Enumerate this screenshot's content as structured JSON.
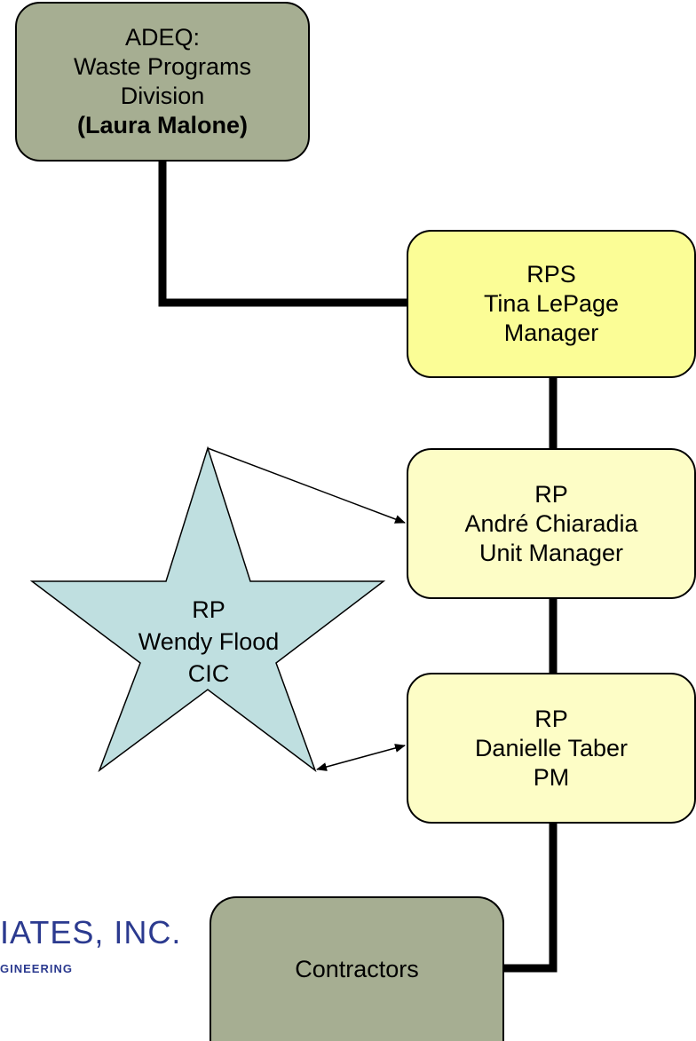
{
  "nodes": {
    "adeq": {
      "line1": "ADEQ:",
      "line2": "Waste Programs",
      "line3": "Division",
      "line4": "(Laura Malone)"
    },
    "rps": {
      "line1": "RPS",
      "line2": "Tina LePage",
      "line3": "Manager"
    },
    "chiaradia": {
      "line1": "RP",
      "line2": "André Chiaradia",
      "line3": "Unit Manager"
    },
    "taber": {
      "line1": "RP",
      "line2": "Danielle Taber",
      "line3": "PM"
    },
    "contractors": {
      "label": "Contractors"
    },
    "star": {
      "line1": "RP",
      "line2": "Wendy Flood",
      "line3": "CIC"
    }
  },
  "logo": {
    "line1": "IATES, INC.",
    "line2": "GINEERING"
  },
  "colors": {
    "adeq_fill": "#a6ae92",
    "rps_fill": "#fbfd96",
    "rp_fill": "#fdfdc6",
    "star_fill": "#bfdfe0",
    "logo_blue": "#2b3a8f"
  }
}
